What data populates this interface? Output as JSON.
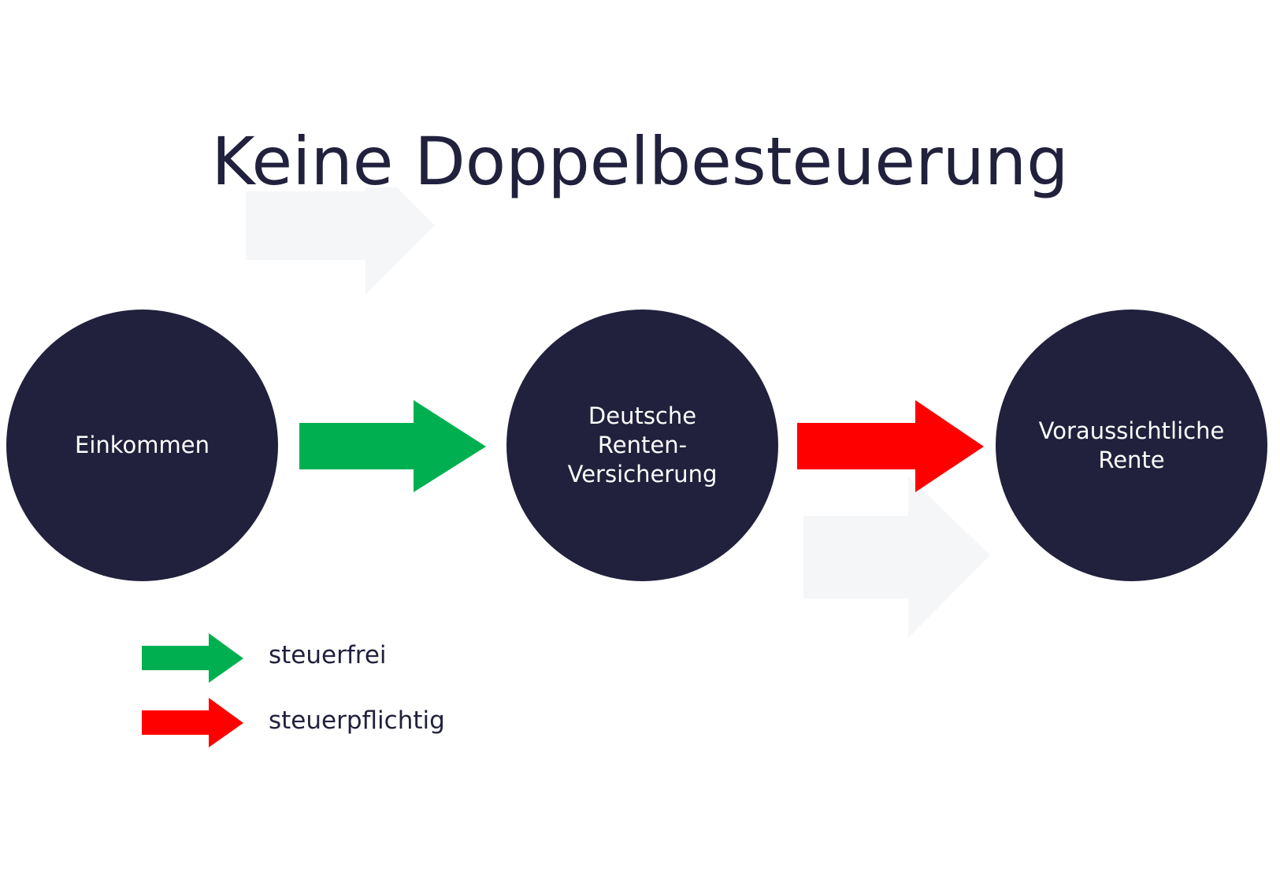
{
  "title": "Keine Doppelbesteuerung",
  "nodes": [
    {
      "label": "Einkommen"
    },
    {
      "label": "Deutsche\nRenten-\nVersicherung"
    },
    {
      "label": "Voraussichtliche\nRente"
    }
  ],
  "legend": [
    {
      "label": "steuerfrei",
      "color": "#00b050"
    },
    {
      "label": "steuerpflichtig",
      "color": "#ff0000"
    }
  ],
  "colors": {
    "node_fill": "#21213d",
    "text_dark": "#21213d",
    "steuerfrei": "#00b050",
    "steuerpflichtig": "#ff0000",
    "decor_arrow": "#f5f6f8"
  }
}
